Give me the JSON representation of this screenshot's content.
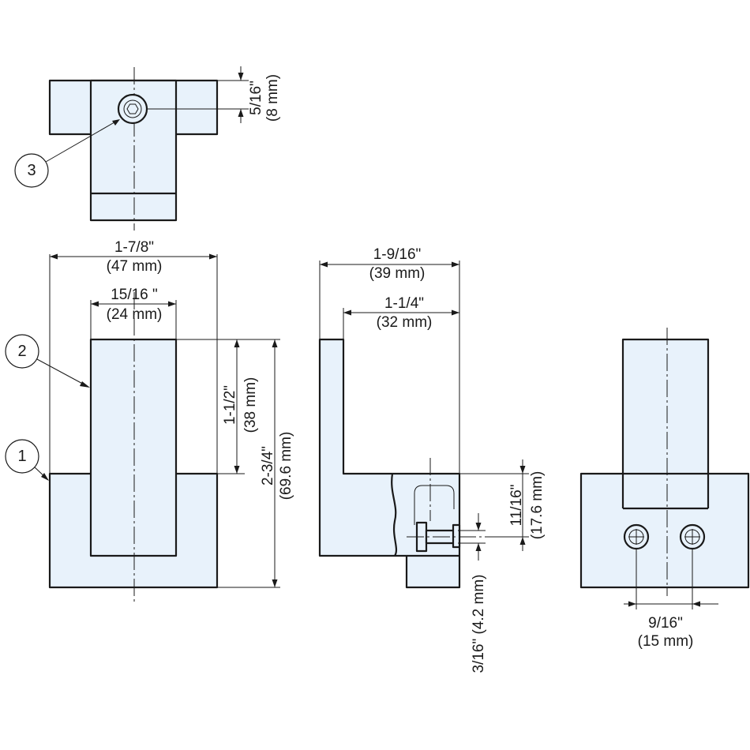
{
  "balloons": {
    "b1": "1",
    "b2": "2",
    "b3": "3"
  },
  "dimensions": {
    "top_offset_in": "5/16\"",
    "top_offset_mm": "(8 mm)",
    "overall_width_in": "1-7/8\"",
    "overall_width_mm": "(47 mm)",
    "post_width_in": "15/16 \"",
    "post_width_mm": "(24 mm)",
    "post_height_in": "1-1/2\"",
    "post_height_mm": "(38 mm)",
    "overall_height_in": "2-3/4\"",
    "overall_height_mm": "(69.6 mm)",
    "side_depth_in": "1-9/16\"",
    "side_depth_mm": "(39 mm)",
    "hook_depth_in": "1-1/4\"",
    "hook_depth_mm": "(32 mm)",
    "screw_height_in": "11/16\"",
    "screw_height_mm": "(17.6 mm)",
    "screw_dia": "3/16\" (4.2 mm)",
    "hole_spacing_in": "9/16\"",
    "hole_spacing_mm": "(15 mm)"
  },
  "colors": {
    "part_fill": "#e8f2fb",
    "line": "#1a1a1a"
  }
}
